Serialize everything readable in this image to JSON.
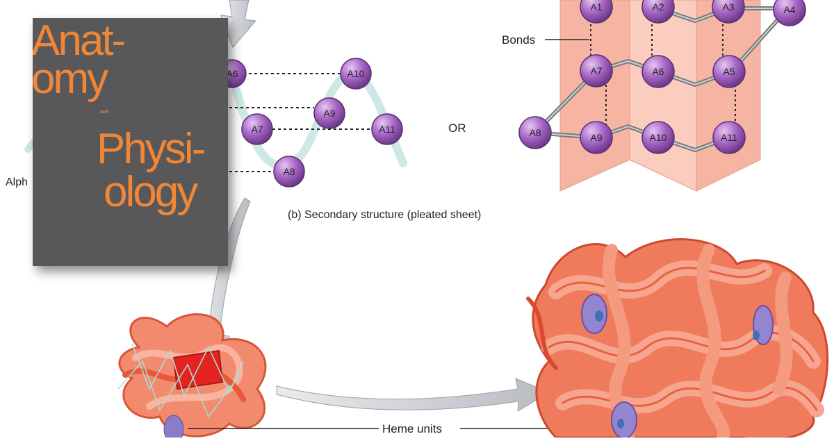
{
  "labels": {
    "alpha_partial": "Alph",
    "or": "OR",
    "bonds": "Bonds",
    "pleated_caption": "(b) Secondary structure (pleated sheet)",
    "heme": "Heme units"
  },
  "helix_nodes": [
    "A6",
    "A10",
    "A9",
    "A7",
    "A11",
    "A8"
  ],
  "sheet_nodes": [
    "A1",
    "A2",
    "A3",
    "A4",
    "A7",
    "A6",
    "A5",
    "A8",
    "A9",
    "A10",
    "A11"
  ],
  "book": {
    "line1": "Anat-",
    "line2": "omy",
    "conjunction": "and",
    "line3": "Physi-",
    "line4": "ology"
  },
  "colors": {
    "node_fill": "#a565c4",
    "sheet_fill": "#f7b7a6",
    "protein": "#ee6a4c",
    "book_bg": "#58585a",
    "book_text": "#f08636"
  }
}
